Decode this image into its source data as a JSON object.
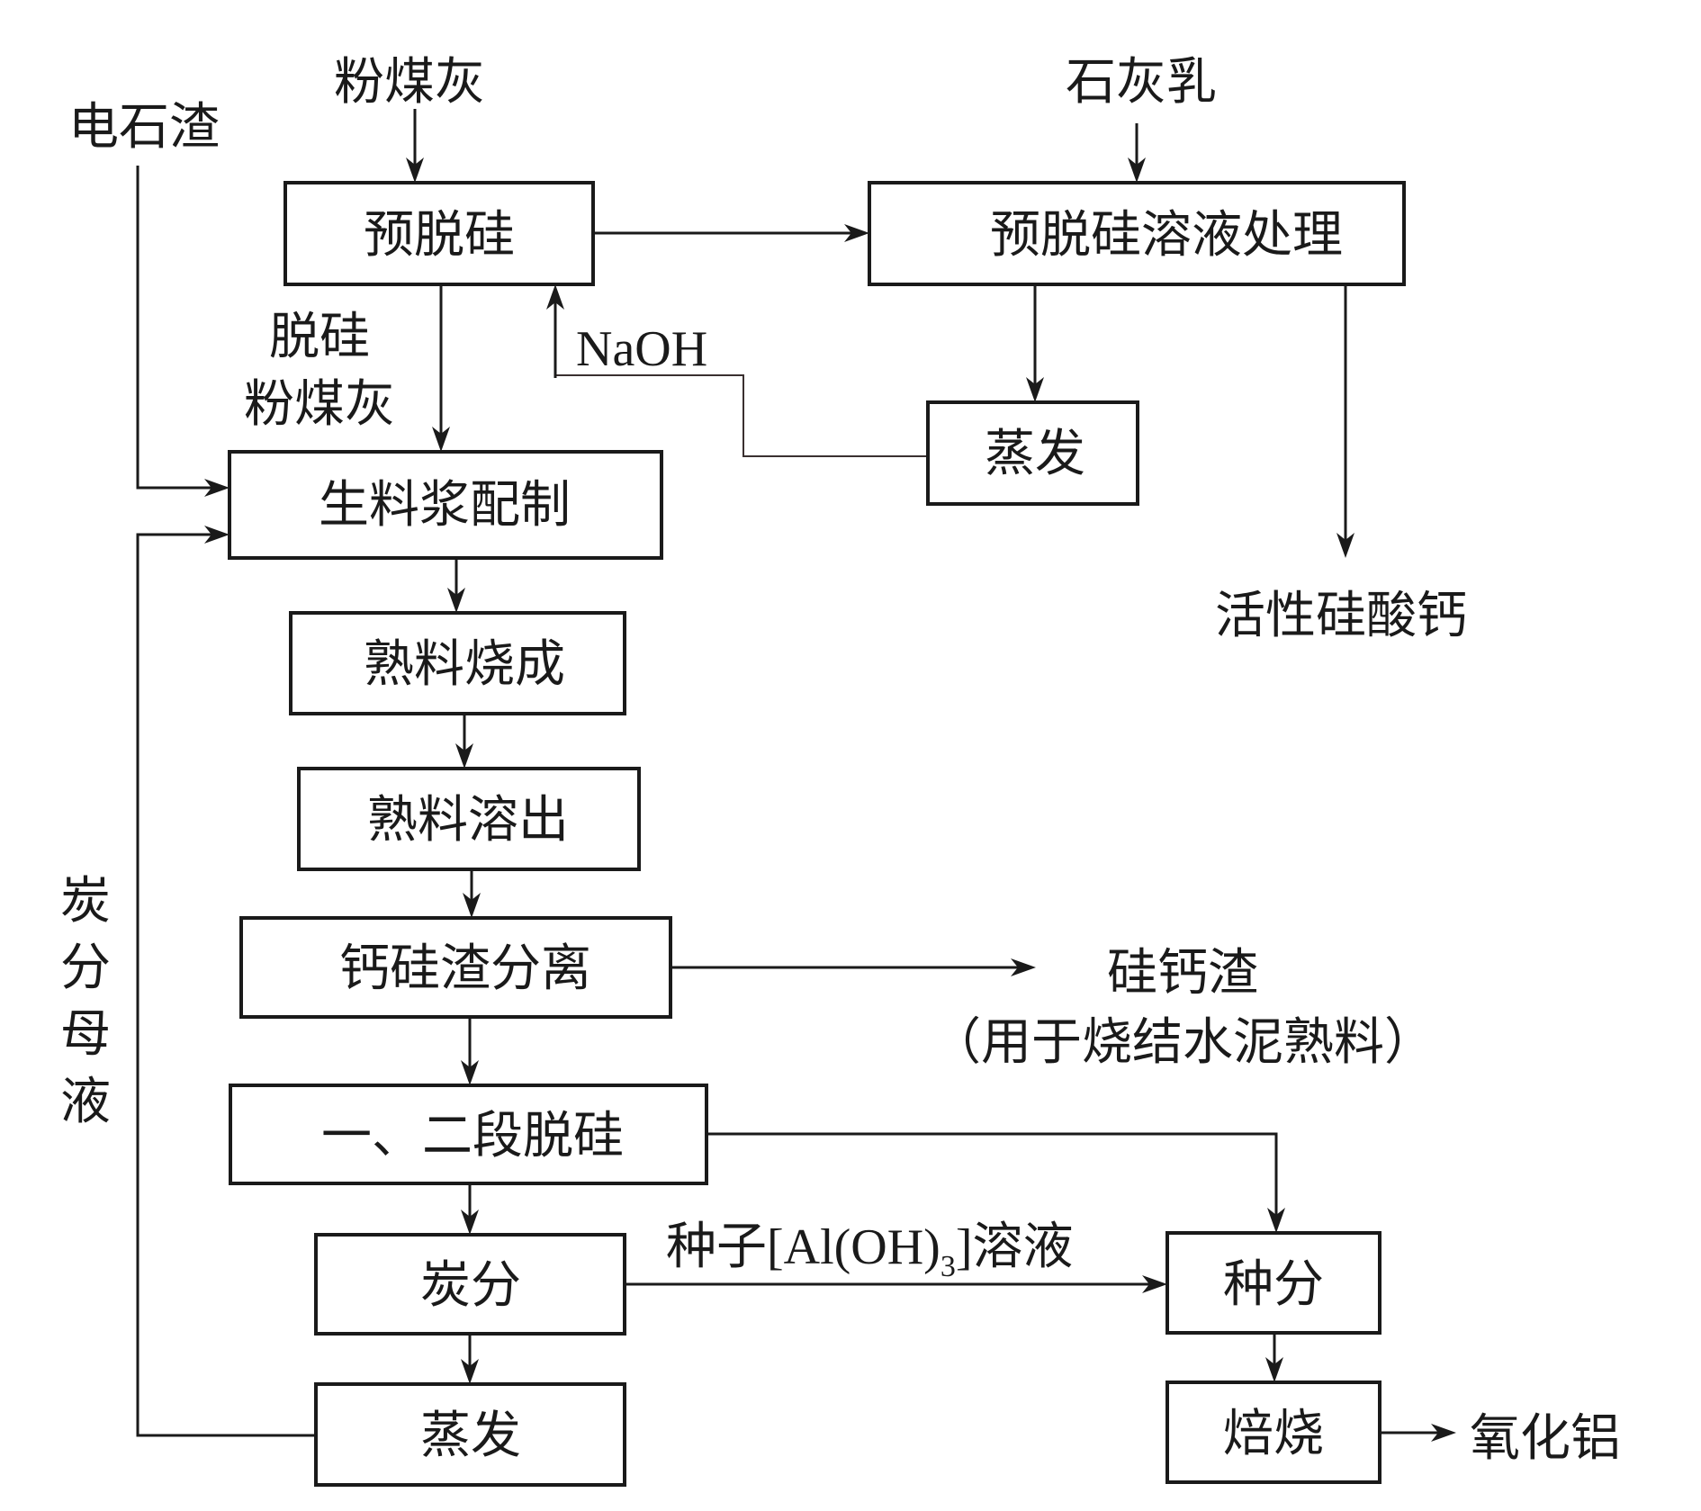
{
  "diagram": {
    "title": "粉煤灰提取氧化铝工艺流程",
    "inputs": {
      "carbide_slag": "电石渣",
      "fly_ash": "粉煤灰",
      "lime_milk": "石灰乳",
      "naoh": "NaOH",
      "desilicated_fly_ash_line1": "脱硅",
      "desilicated_fly_ash_line2": "粉煤灰",
      "carbonation_mother_liquor": [
        "炭",
        "分",
        "母",
        "液"
      ]
    },
    "process_boxes": {
      "pre_desilication": "预脱硅",
      "pre_desilication_solution_treatment": "预脱硅溶液处理",
      "evaporation_top": "蒸发",
      "raw_slurry_preparation": "生料浆配制",
      "clinker_sintering": "熟料烧成",
      "clinker_leaching": "熟料溶出",
      "calcium_silicate_slag_separation": "钙硅渣分离",
      "two_stage_desilication": "一、二段脱硅",
      "carbonation_decomposition": "炭分",
      "evaporation_bottom": "蒸发",
      "seeded_decomposition": "种分",
      "calcination": "焙烧"
    },
    "outputs": {
      "active_calcium_silicate": "活性硅酸钙",
      "silicon_calcium_slag": "硅钙渣",
      "slag_usage": "（用于烧结水泥熟料）",
      "alumina": "氧化铝"
    },
    "edge_labels": {
      "seed_prefix": "种子[Al(OH)",
      "seed_subscript": "3",
      "seed_suffix": "]溶液"
    }
  }
}
